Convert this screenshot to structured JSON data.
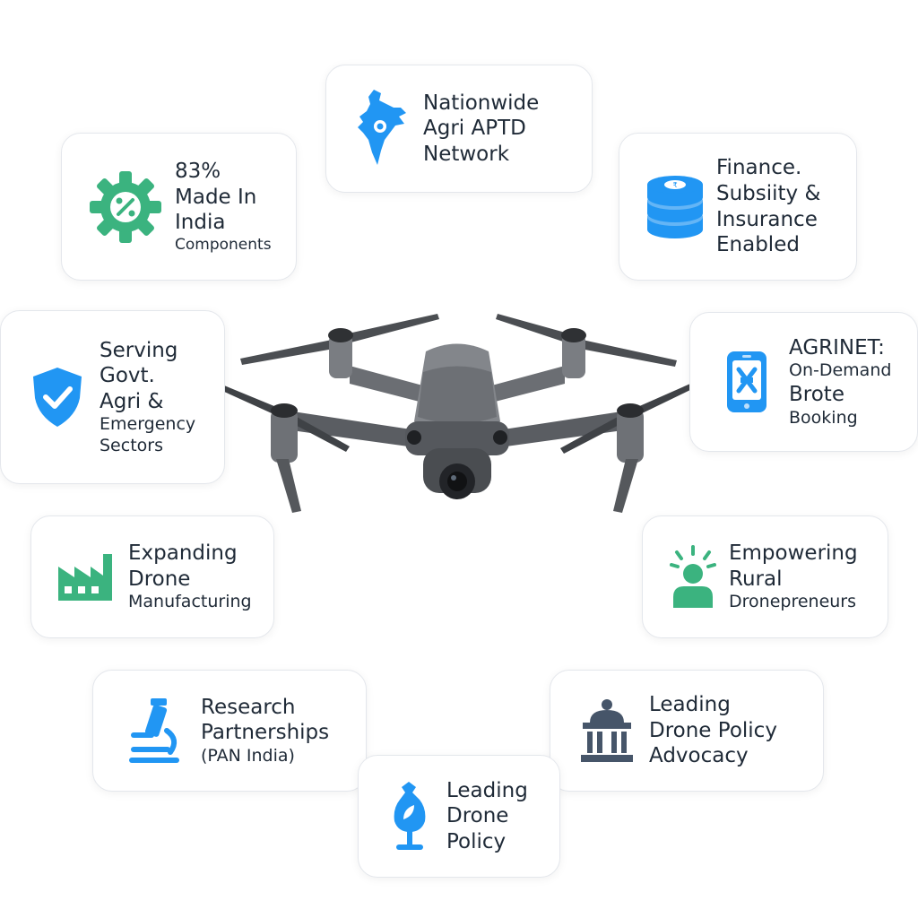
{
  "colors": {
    "blue": "#2196f3",
    "green": "#3bb37f",
    "slate": "#465569",
    "text": "#1f2a37"
  },
  "cards": {
    "nationwide": {
      "icon": "india-map-icon",
      "lines": [
        "Nationwide",
        "Agri APTD",
        "Network"
      ]
    },
    "made_in_india": {
      "icon": "percent-gear-icon",
      "lines": [
        "83%",
        "Made In",
        "India",
        "Components"
      ]
    },
    "finance": {
      "icon": "coin-stack-icon",
      "lines": [
        "Finance.",
        "Subsiity &",
        "Insurance",
        "Enabled"
      ]
    },
    "serving": {
      "icon": "shield-check-icon",
      "lines": [
        "Serving",
        "Govt.",
        "Agri &",
        "Emergency",
        "Sectors"
      ]
    },
    "agrinet": {
      "icon": "smartphone-app-icon",
      "lines": [
        "AGRINET:",
        "On-Demand",
        "Brote",
        "Booking"
      ]
    },
    "manufacturing": {
      "icon": "factory-icon",
      "lines": [
        "Expanding",
        "Drone",
        "Manufacturing"
      ]
    },
    "rural": {
      "icon": "person-spark-icon",
      "lines": [
        "Empowering",
        "Rural",
        "Dronepreneurs"
      ]
    },
    "research": {
      "icon": "microscope-icon",
      "lines": [
        "Research",
        "Partnerships",
        "(PAN India)"
      ]
    },
    "policy_advocacy": {
      "icon": "government-building-icon",
      "lines": [
        "Leading",
        "Drone Policy",
        "Advocacy"
      ]
    },
    "policy": {
      "icon": "seedling-hand-icon",
      "lines": [
        "Leading",
        "Drone",
        "Policy"
      ]
    }
  },
  "center_image": {
    "icon": "quadcopter-drone-illustration"
  }
}
